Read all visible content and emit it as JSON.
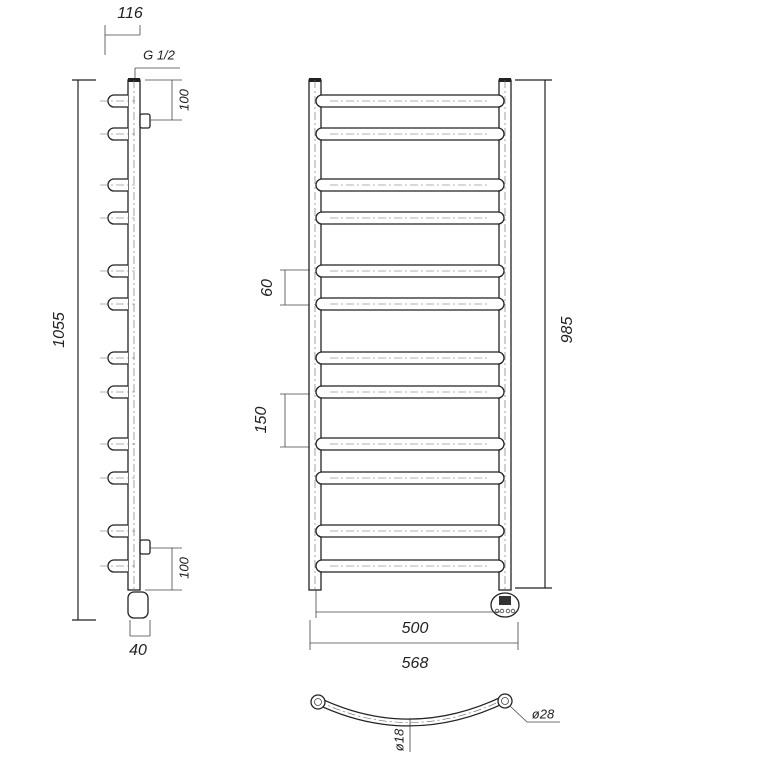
{
  "dimensions": {
    "depth": "116",
    "thread": "G 1/2",
    "top_offset": "100",
    "bottom_offset": "100",
    "total_height": "1055",
    "heater_width": "40",
    "rail_height": "985",
    "bar_gap": "60",
    "pair_pitch": "150",
    "center_distance": "500",
    "total_width": "568",
    "rail_diameter": "ø28",
    "bar_diameter": "ø18"
  }
}
